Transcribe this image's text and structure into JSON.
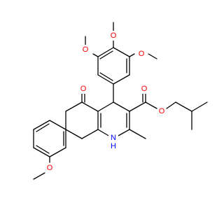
{
  "colors": {
    "background": "#ffffff",
    "bond": "#000000",
    "oxygen": "#ff0000",
    "nitrogen": "#0000ff"
  },
  "atoms": {
    "o_ketone": "O",
    "o_ester_carbonyl": "O",
    "o_ester_link": "O",
    "o_methoxy_top_left": "O",
    "o_methoxy_top_center": "O",
    "o_methoxy_top_right": "O",
    "o_methoxy_phenyl": "O",
    "n_amine": "H\nN",
    "n_amine_symbol": "N",
    "n_amine_h": "H"
  }
}
